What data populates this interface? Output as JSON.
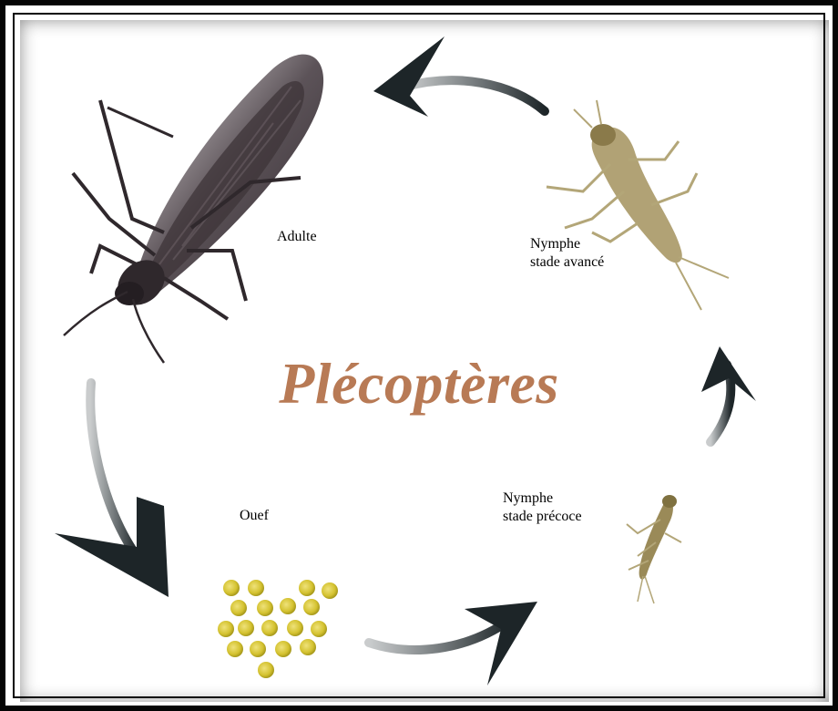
{
  "title": "Plécoptères",
  "colors": {
    "title": "#b87a55",
    "arrow": "#2a3438",
    "adult": "#3d3438",
    "nymph_late": "#a89866",
    "nymph_early": "#9a8a58",
    "egg": "#d4c230"
  },
  "stages": {
    "adult": {
      "label": "Adulte",
      "icon": "adult-stonefly-icon"
    },
    "late_nymph": {
      "line1": "Nymphe",
      "line2": "stade avancé",
      "icon": "late-nymph-icon"
    },
    "early_nymph": {
      "line1": "Nymphe",
      "line2": "stade précoce",
      "icon": "early-nymph-icon"
    },
    "egg": {
      "label": "Ouef",
      "icon": "egg-cluster-icon"
    }
  }
}
